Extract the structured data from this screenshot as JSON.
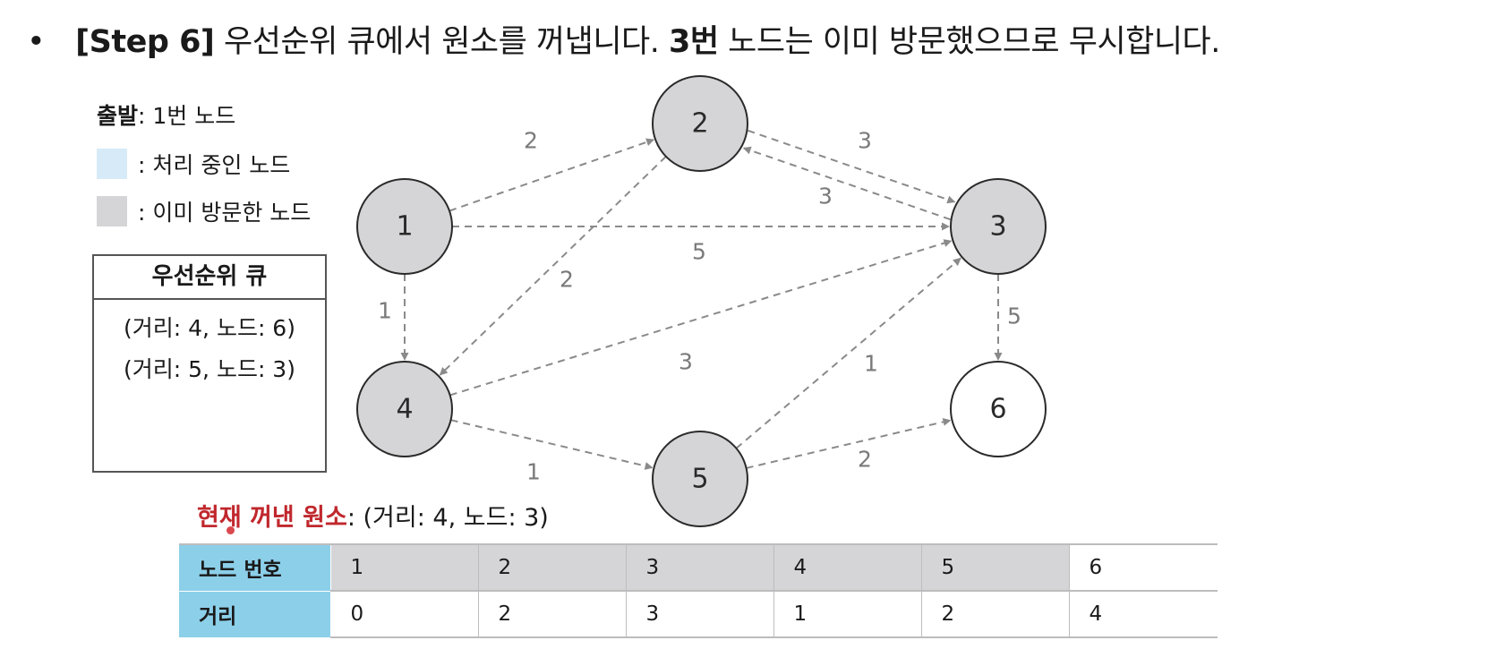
{
  "title": {
    "bullet": "•",
    "step": "[Step 6]",
    "text1": " 우선순위 큐에서 원소를 꺼냅니다. ",
    "highlight": "3번",
    "text2": " 노드는 이미 방문했으므로 무시합니다."
  },
  "legend": {
    "start_label": "출발",
    "start_value": ": 1번 노드",
    "processing_label": ": 처리 중인 노드",
    "visited_label": ": 이미 방문한 노드",
    "processing_color": "#d6ebf7",
    "visited_color": "#d5d5d7"
  },
  "priority_queue": {
    "title": "우선순위 큐",
    "items": [
      "(거리: 4, 노드: 6)",
      "(거리: 5, 노드: 3)"
    ]
  },
  "current": {
    "label": "현재 꺼낸 원소",
    "value": ": (거리: 4, 노드: 3)"
  },
  "graph": {
    "nodes": [
      {
        "id": "1",
        "visited": true
      },
      {
        "id": "2",
        "visited": true
      },
      {
        "id": "3",
        "visited": true
      },
      {
        "id": "4",
        "visited": true
      },
      {
        "id": "5",
        "visited": true
      },
      {
        "id": "6",
        "visited": false
      }
    ],
    "edges": [
      {
        "from": "1",
        "to": "2",
        "weight": "2"
      },
      {
        "from": "1",
        "to": "3",
        "weight": "5"
      },
      {
        "from": "1",
        "to": "4",
        "weight": "1"
      },
      {
        "from": "2",
        "to": "3",
        "weight": "3"
      },
      {
        "from": "3",
        "to": "2",
        "weight": "3"
      },
      {
        "from": "2",
        "to": "4",
        "weight": "2"
      },
      {
        "from": "4",
        "to": "3",
        "weight": "3"
      },
      {
        "from": "4",
        "to": "5",
        "weight": "1"
      },
      {
        "from": "5",
        "to": "3",
        "weight": "1"
      },
      {
        "from": "3",
        "to": "6",
        "weight": "5"
      },
      {
        "from": "5",
        "to": "6",
        "weight": "2"
      }
    ]
  },
  "table": {
    "row1_header": "노드 번호",
    "row2_header": "거리",
    "node_numbers": [
      "1",
      "2",
      "3",
      "4",
      "5",
      "6"
    ],
    "distances": [
      "0",
      "2",
      "3",
      "1",
      "2",
      "4"
    ],
    "header_color": "#8ccfe9"
  }
}
